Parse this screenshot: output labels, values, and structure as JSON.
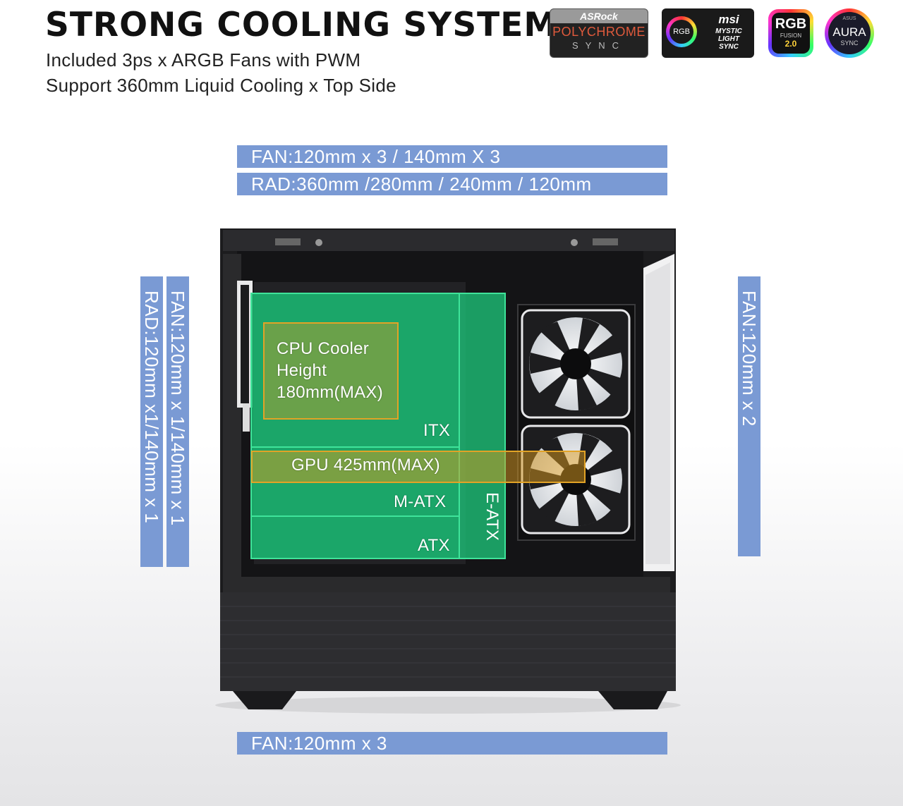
{
  "header": {
    "title": "STRONG COOLING SYSTEM",
    "line1": "Included 3ps x ARGB Fans with PWM",
    "line2": "Support 360mm Liquid Cooling x Top Side"
  },
  "logos": {
    "asrock": {
      "brand": "ASRock",
      "name": "POLYCHROME",
      "sub": "SYNC"
    },
    "msi": {
      "ring": "RGB",
      "brand": "msi",
      "line1": "MYSTIC",
      "line2": "LIGHT",
      "line3": "SYNC"
    },
    "gigabyte": {
      "text": "RGB",
      "sub": "FUSION",
      "version": "2.0"
    },
    "asus": {
      "brand": "ASUS",
      "name": "AURA",
      "sub": "SYNC"
    }
  },
  "top_bars": {
    "fan": "FAN:120mm x 3 / 140mm X 3",
    "rad": "RAD:360mm /280mm / 240mm / 120mm"
  },
  "side_left": {
    "rad": "RAD:120mm x1/140mm x 1",
    "fan": "FAN:120mm x 1/140mm x 1"
  },
  "side_right": {
    "fan": "FAN:120mm x 2"
  },
  "bottom_bar": {
    "fan": "FAN:120mm x 3"
  },
  "overlay": {
    "cpu_line1": "CPU Cooler",
    "cpu_line2": "Height",
    "cpu_line3": "180mm(MAX)",
    "itx": "ITX",
    "gpu": "GPU 425mm(MAX)",
    "matx": "M-ATX",
    "atx": "ATX",
    "eatx": "E-ATX"
  },
  "colors": {
    "bar_blue": "#7a9ad4",
    "mobo_green": "#1ec47a",
    "cpu_orange": "#d99a1e",
    "case_black": "#1c1c1e"
  }
}
